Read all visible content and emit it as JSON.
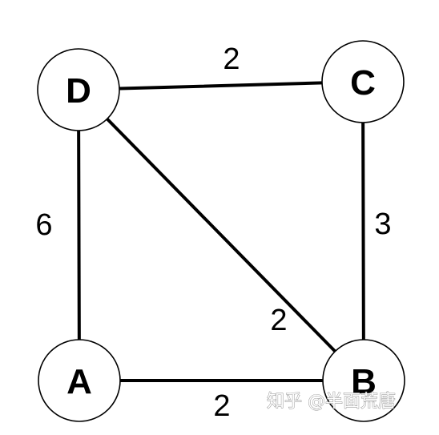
{
  "graph": {
    "nodes": [
      {
        "id": "A",
        "label": "A"
      },
      {
        "id": "B",
        "label": "B"
      },
      {
        "id": "C",
        "label": "C"
      },
      {
        "id": "D",
        "label": "D"
      }
    ],
    "edges": [
      {
        "from": "D",
        "to": "C",
        "weight": "2"
      },
      {
        "from": "D",
        "to": "A",
        "weight": "6"
      },
      {
        "from": "C",
        "to": "B",
        "weight": "3"
      },
      {
        "from": "D",
        "to": "B",
        "weight": "2"
      },
      {
        "from": "A",
        "to": "B",
        "weight": "2"
      }
    ]
  },
  "watermark": "知乎 @半面荒唐",
  "colors": {
    "stroke": "#000000",
    "node_fill": "#ffffff",
    "background": "#ffffff"
  }
}
